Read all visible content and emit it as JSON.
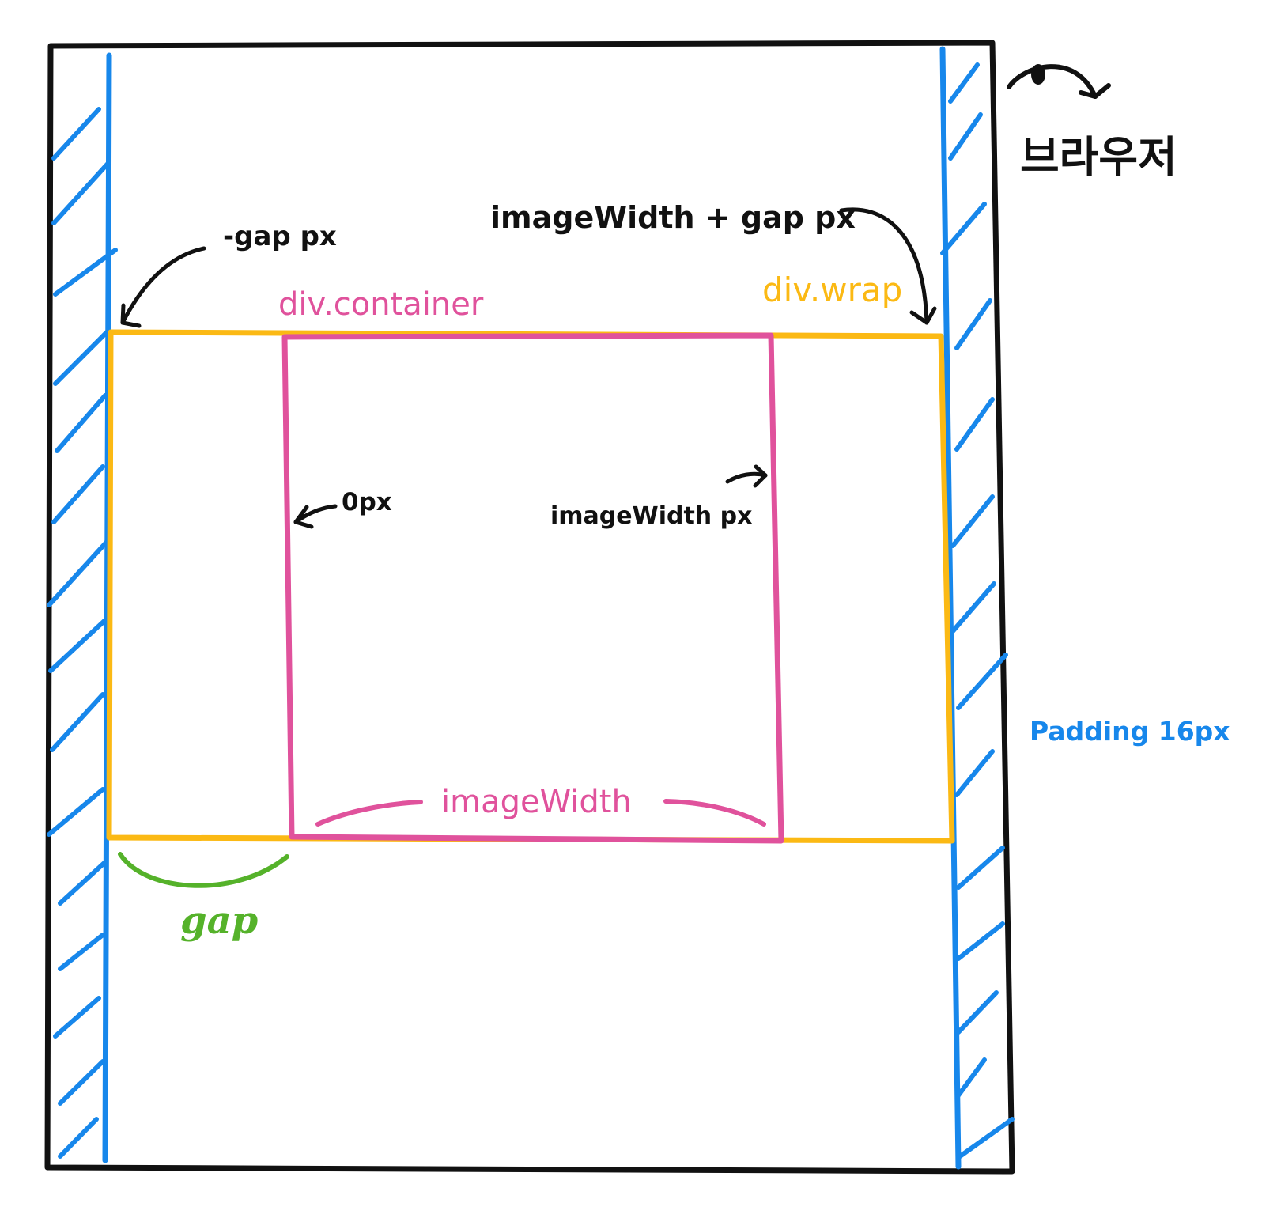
{
  "colors": {
    "browser": "#111111",
    "padding": "#1787eb",
    "wrap": "#fbb914",
    "container": "#e0529c",
    "gap": "#55b22a"
  },
  "labels": {
    "browser": "브라우저",
    "neg_gap": "-gap px",
    "image_width_plus_gap": "imageWidth + gap px",
    "container": "div.container",
    "wrap": "div.wrap",
    "zero_px": "0px",
    "image_width_px": "imageWidth px",
    "padding": "Padding 16px",
    "image_width": "imageWidth",
    "gap": "gap"
  }
}
